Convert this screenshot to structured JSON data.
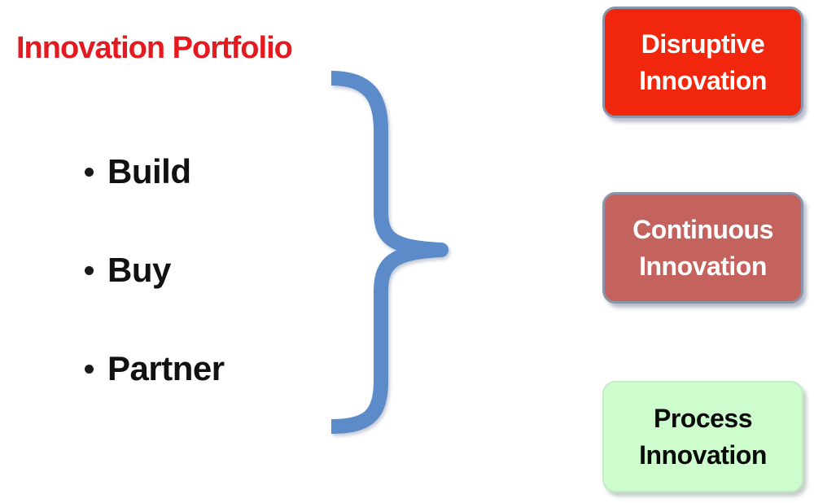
{
  "slide": {
    "background": "#ffffff"
  },
  "title": {
    "text": "Innovation Portfolio",
    "color": "#e31a20"
  },
  "bullets": {
    "items": [
      {
        "label": "Build"
      },
      {
        "label": "Buy"
      },
      {
        "label": "Partner"
      }
    ]
  },
  "brace": {
    "shape": "right-curly-brace",
    "color": "#5b8bc8"
  },
  "boxes": [
    {
      "id": "disruptive-innovation",
      "line1": "Disruptive",
      "line2": "Innovation",
      "fill": "#f1270d",
      "text_color": "#ffffff",
      "border_color": "#8a94aa"
    },
    {
      "id": "continuous-innovation",
      "line1": "Continuous",
      "line2": "Innovation",
      "fill": "#c4625e",
      "text_color": "#ffffff",
      "border_color": "#8a94aa"
    },
    {
      "id": "process-innovation",
      "line1": "Process",
      "line2": "Innovation",
      "fill": "#cdfccd",
      "text_color": "#0a0a0a",
      "border_color": "#c6e9c6"
    }
  ]
}
